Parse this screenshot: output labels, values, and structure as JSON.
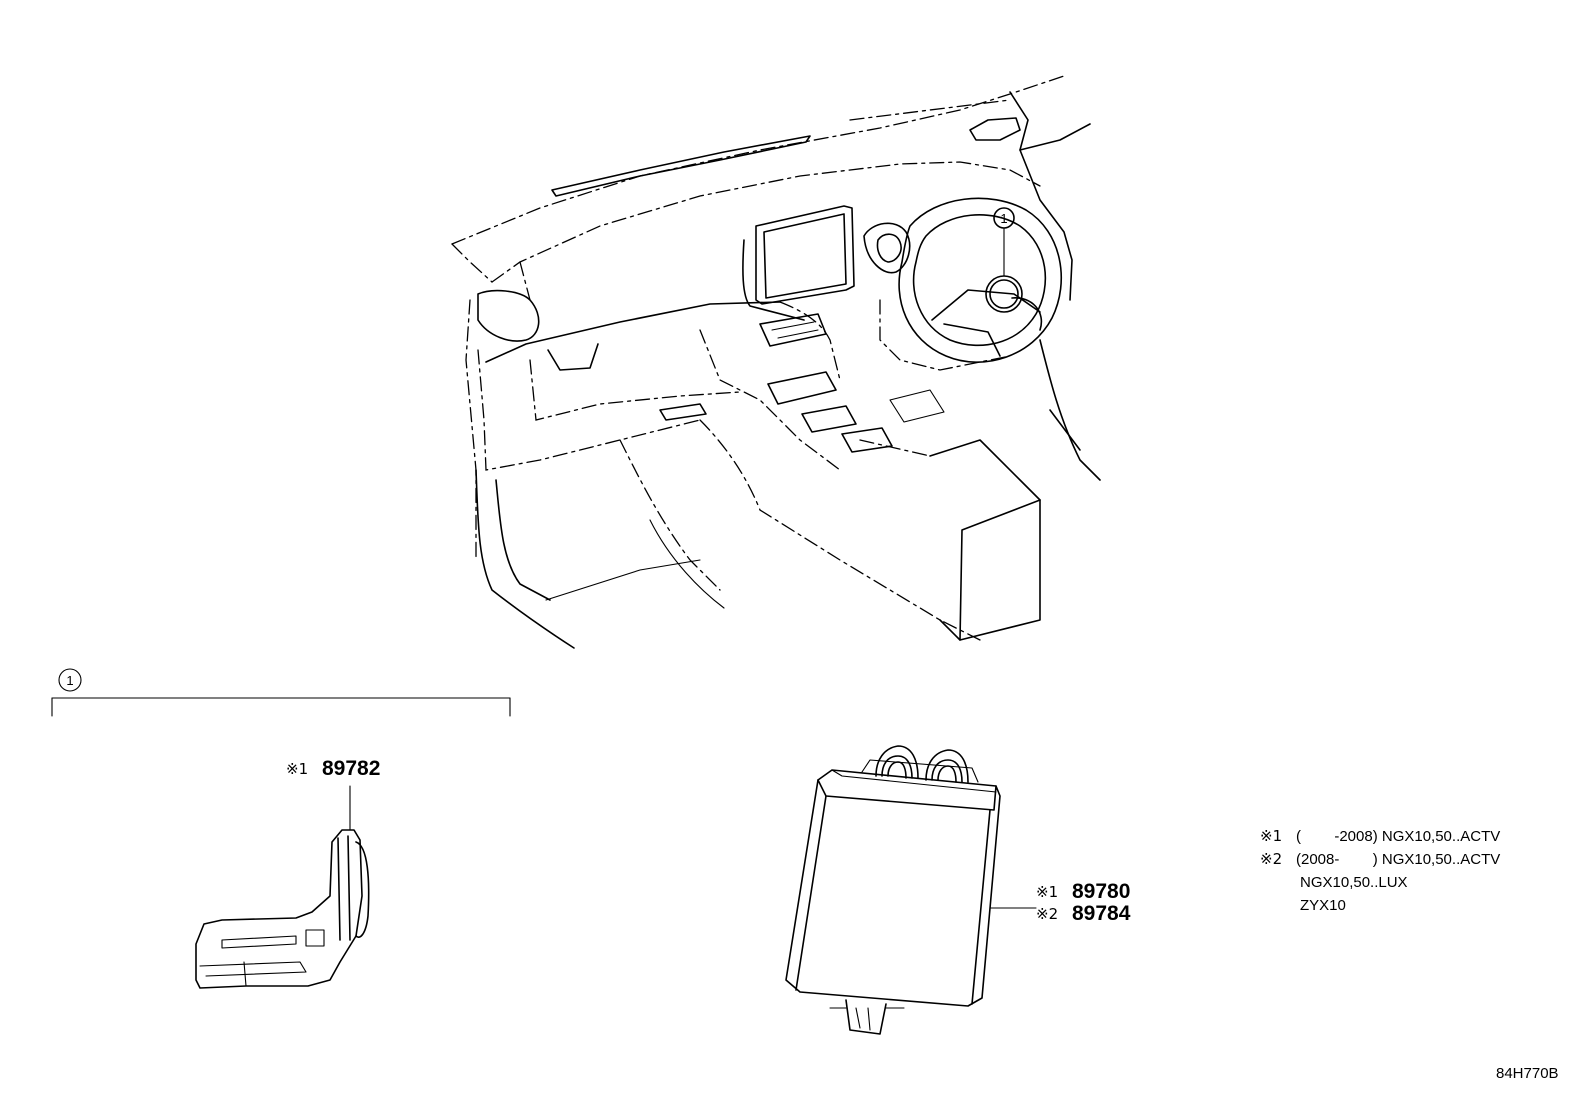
{
  "callout": {
    "index_label": "1"
  },
  "parts": {
    "antenna": {
      "marker": "※1",
      "number": "89782"
    },
    "ecu_a": {
      "marker": "※1",
      "number": "89780"
    },
    "ecu_b": {
      "marker": "※2",
      "number": "89784"
    }
  },
  "notes": {
    "line1": {
      "marker": "※1",
      "text": "(        -2008) NGX10,50..ACTV"
    },
    "line2": {
      "marker": "※2",
      "text": "(2008-        ) NGX10,50..ACTV"
    },
    "line3": "NGX10,50..LUX",
    "line4": "ZYX10"
  },
  "diagram_code": "84H770B"
}
